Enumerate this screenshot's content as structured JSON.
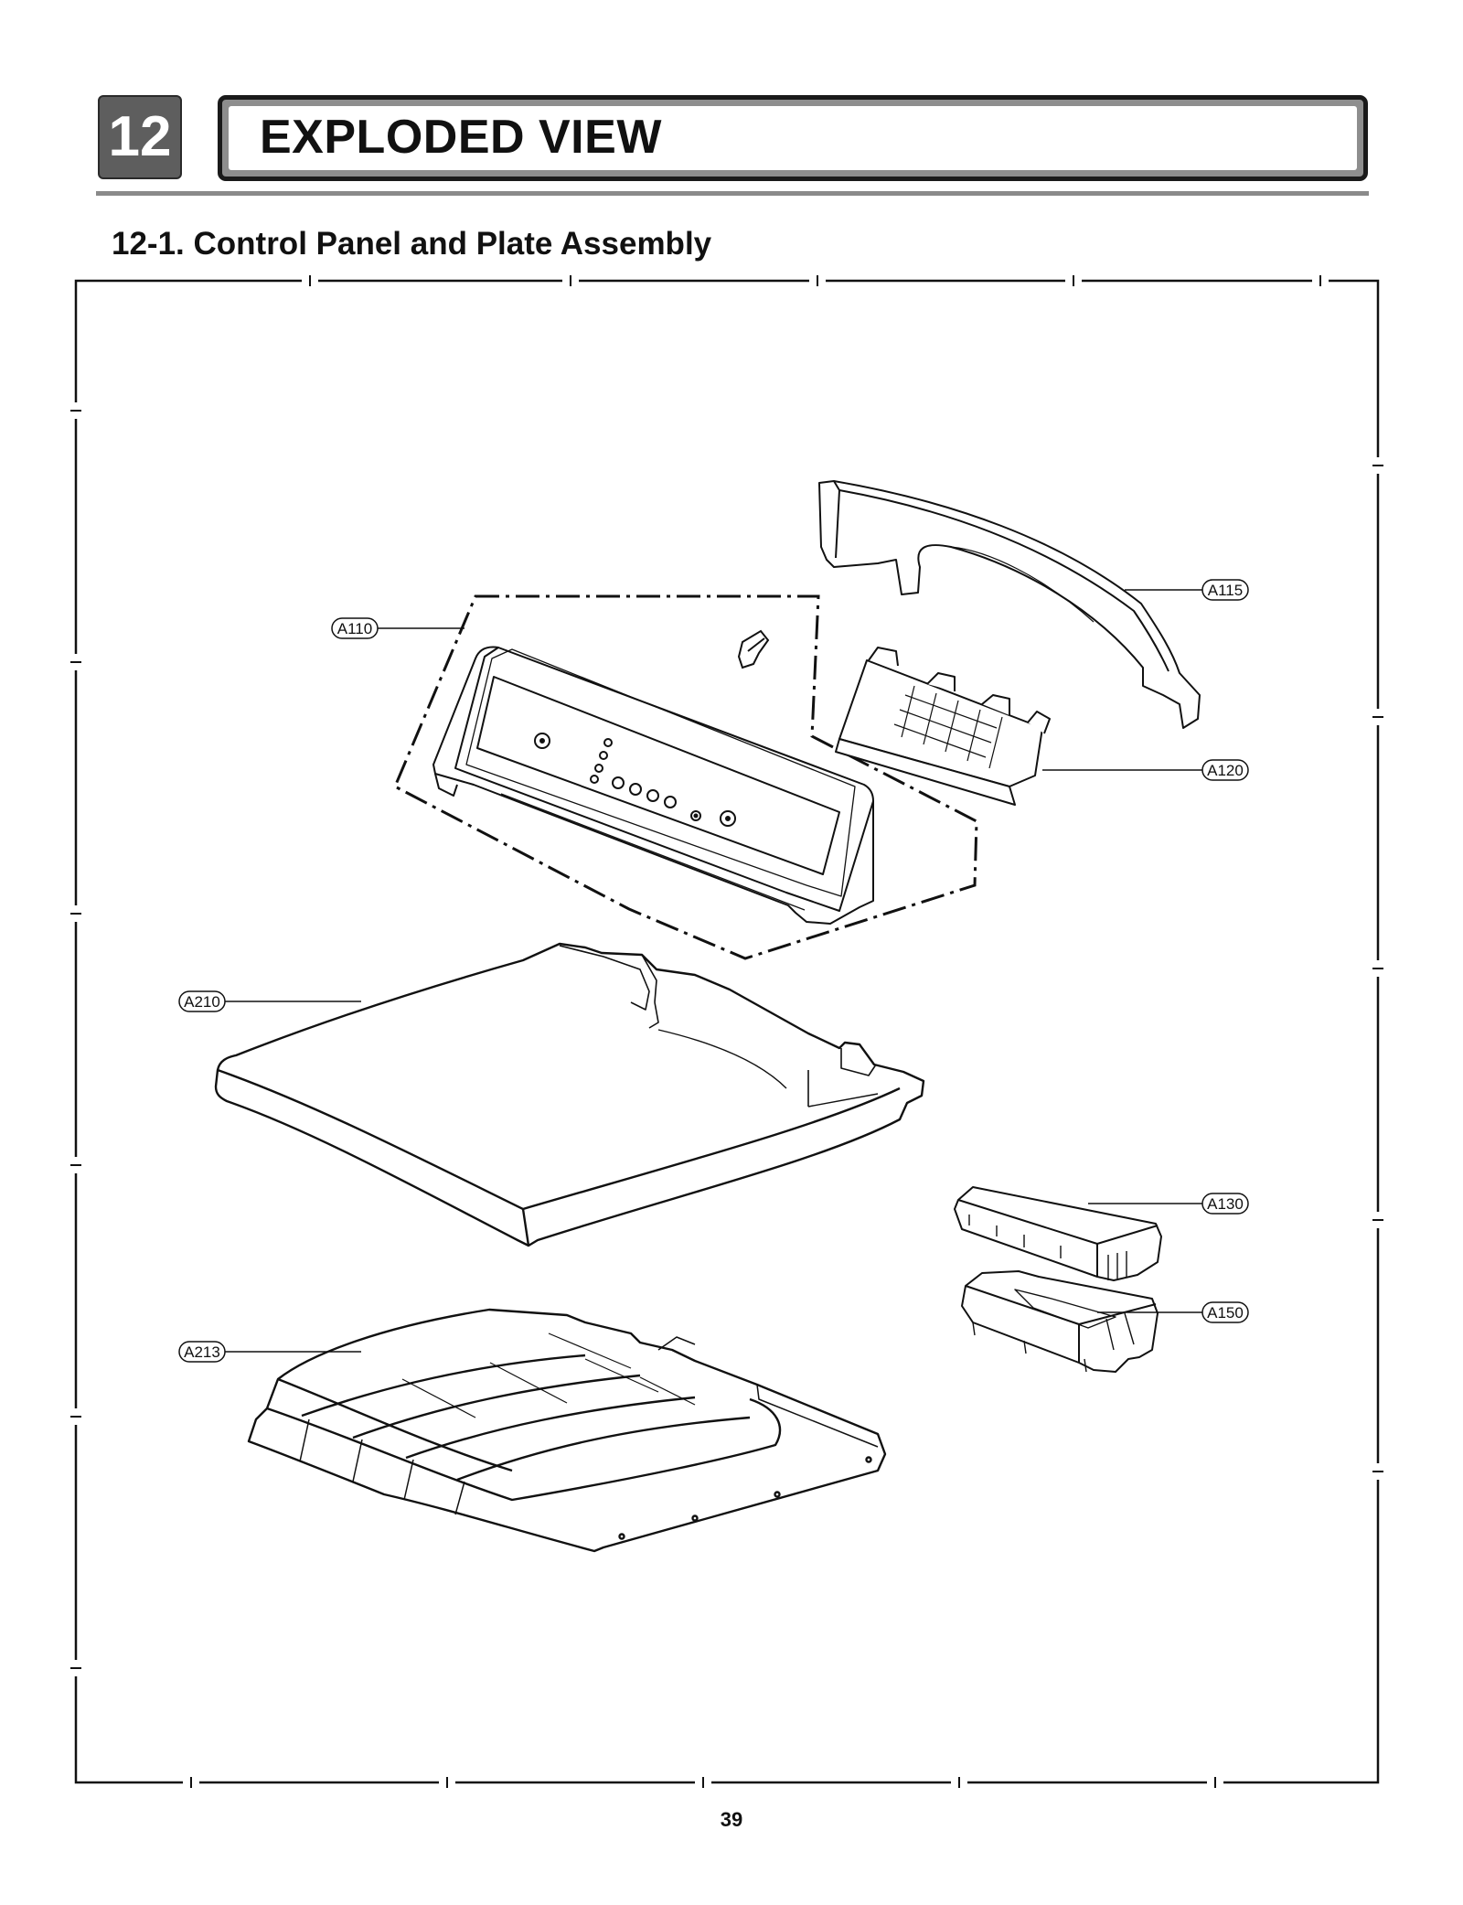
{
  "header": {
    "section_number": "12",
    "section_title": "EXPLODED VIEW",
    "subsection_title": "12-1. Control Panel and Plate Assembly"
  },
  "parts": {
    "a110": "A110",
    "a115": "A115",
    "a120": "A120",
    "a130": "A130",
    "a150": "A150",
    "a210": "A210",
    "a213": "A213"
  },
  "footer": {
    "page_number": "39"
  },
  "colors": {
    "ink": "#111111",
    "badge": "#5e5e5e",
    "rule": "#8a8a8a"
  }
}
